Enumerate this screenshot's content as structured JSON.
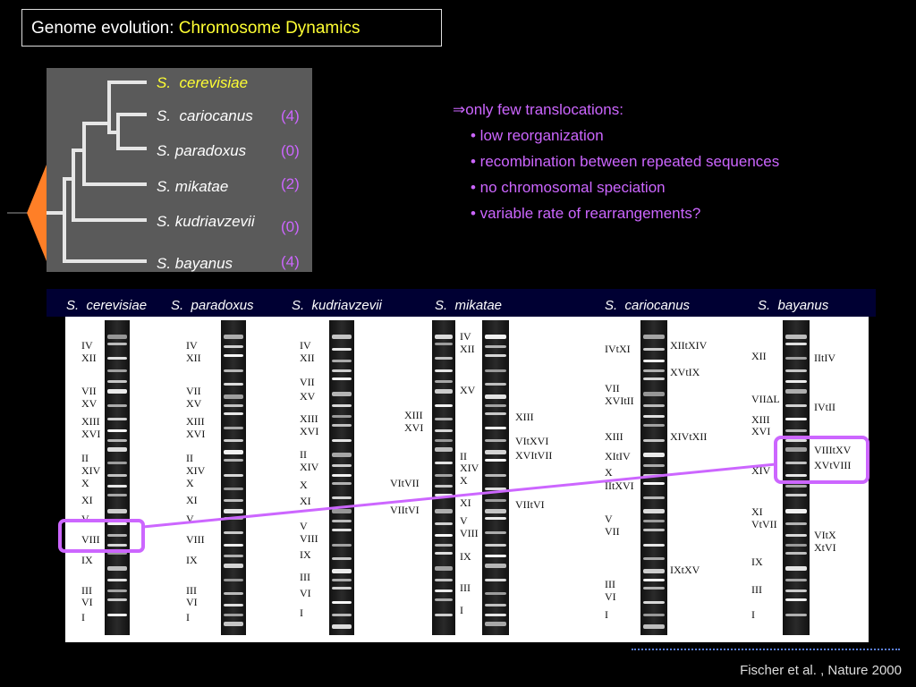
{
  "title": {
    "prefix": "Genome evolution: ",
    "highlight": "Chromosome Dynamics"
  },
  "tree": {
    "species": [
      {
        "name": "S.  cerevisiae",
        "count": "",
        "color": "#ffff33"
      },
      {
        "name": "S.  cariocanus",
        "count": "(4)",
        "color": "#ffffff"
      },
      {
        "name": "S. paradoxus",
        "count": "(0)",
        "color": "#ffffff"
      },
      {
        "name": "S. mikatae",
        "count": "(2)",
        "color": "#ffffff"
      },
      {
        "name": "S. kudriavzevii",
        "count": "(0)",
        "color": "#ffffff"
      },
      {
        "name": "S. bayanus",
        "count": "(4)",
        "color": "#ffffff"
      }
    ]
  },
  "bullets": {
    "lead": "⇒only few translocations:",
    "items": [
      "• low reorganization",
      "• recombination between repeated sequences",
      "• no chromosomal speciation",
      "• variable rate of rearrangements?"
    ]
  },
  "gel": {
    "headers": [
      "S.  cerevisiae",
      "S.  paradoxus",
      "S.  kudriavzevii",
      "S.  mikatae",
      "S.  cariocanus",
      "S.  bayanus"
    ],
    "lanes": {
      "cerevisiae": [
        "IV",
        "XII",
        "VII",
        "XV",
        "XIII",
        "XVI",
        "II",
        "XIV",
        "X",
        "XI",
        "V",
        "VIII",
        "IX",
        "III",
        "VI",
        "I"
      ],
      "paradoxus": [
        "IV",
        "XII",
        "VII",
        "XV",
        "XIII",
        "XVI",
        "II",
        "XIV",
        "X",
        "XI",
        "V",
        "VIII",
        "IX",
        "III",
        "VI",
        "I"
      ],
      "kudriavzevii": [
        "IV",
        "XII",
        "VII",
        "XV",
        "XIII",
        "XVI",
        "II",
        "XIV",
        "X",
        "XI",
        "V",
        "VIII",
        "IX",
        "III",
        "VI",
        "I"
      ],
      "kudriavzevii_translocations": [
        "VItVII",
        "VIItVI"
      ],
      "mikatae_left": [
        "XIII",
        "XVI"
      ],
      "mikatae_right": [
        "IV",
        "XII",
        "XV",
        "II",
        "XIV",
        "X",
        "XI",
        "V",
        "VIII",
        "IX",
        "III",
        "I"
      ],
      "mikatae_translocations": [
        "XIII",
        "VItXVI",
        "XVItVII",
        "VIItVI"
      ],
      "cariocanus_left": [
        "IVtXI",
        "VII",
        "XVItII",
        "XIII",
        "XItIV",
        "X",
        "IItXVI",
        "V",
        "VII",
        "III",
        "VI",
        "I"
      ],
      "cariocanus_right": [
        "XIItXIV",
        "XVtIX",
        "XIVtXII",
        "IXtXV"
      ],
      "bayanus_left": [
        "XII",
        "VIIΔL",
        "XIII",
        "XVI",
        "XIV",
        "XI",
        "VtVII",
        "IX",
        "III",
        "I"
      ],
      "bayanus_right": [
        "IItIV",
        "IVtII",
        "VIIItXV",
        "XVtVIII",
        "VItX",
        "XtVI"
      ]
    }
  },
  "citation": "Fischer et al. , Nature 2000",
  "colors": {
    "highlight": "#ffff33",
    "accent": "#cc66ff",
    "orange": "#ff7f27"
  }
}
